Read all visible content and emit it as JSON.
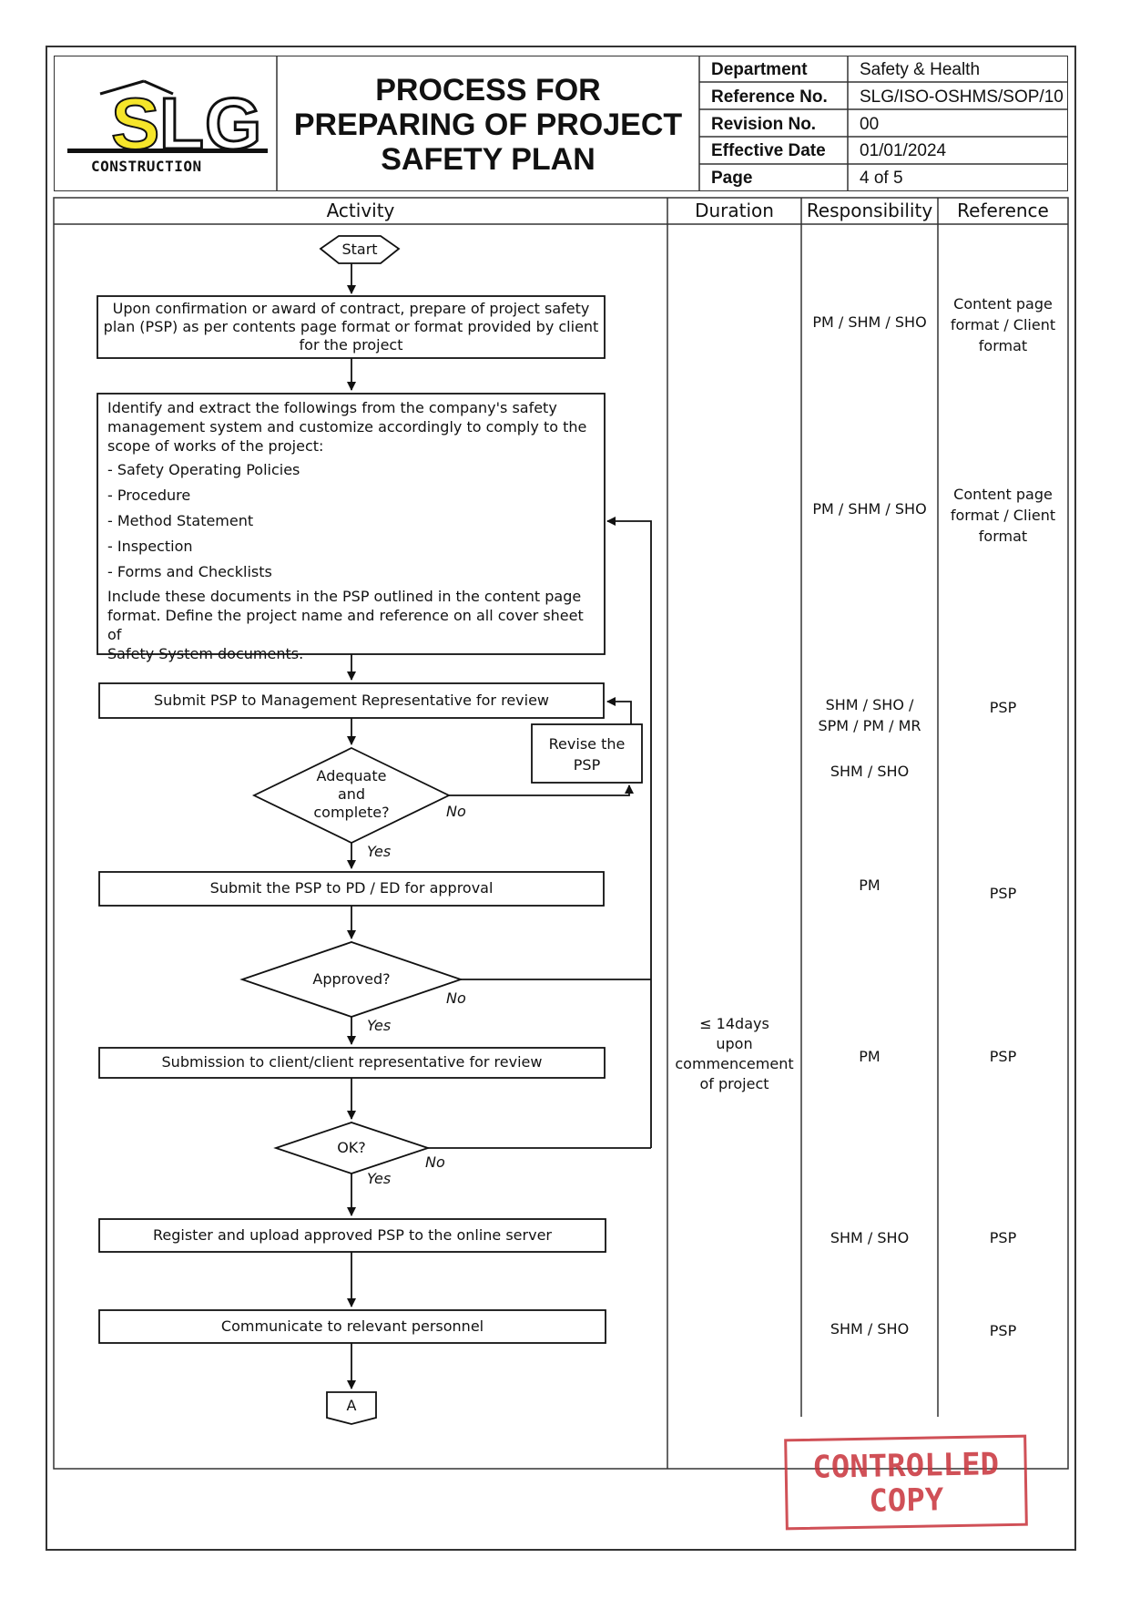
{
  "logo": {
    "letters": "SLG",
    "tagline": "CONSTRUCTION",
    "accent_color": "#f5e52a"
  },
  "header": {
    "title_lines": [
      "PROCESS FOR",
      "PREPARING OF PROJECT",
      "SAFETY PLAN"
    ],
    "meta": [
      {
        "label": "Department",
        "value": "Safety & Health"
      },
      {
        "label": "Reference No.",
        "value": "SLG/ISO-OSHMS/SOP/10"
      },
      {
        "label": "Revision No.",
        "value": "00"
      },
      {
        "label": "Effective Date",
        "value": "01/01/2024"
      },
      {
        "label": "Page",
        "value": "4 of 5"
      }
    ]
  },
  "columns": [
    "Activity",
    "Duration",
    "Responsibility",
    "Reference"
  ],
  "flow": {
    "start": "Start",
    "step1_lines": [
      "Upon confirmation or award of contract, prepare of project safety",
      "plan (PSP) as per contents page format or format provided by client",
      "for the project"
    ],
    "step2_lines": [
      "Identify and extract the followings from the company's safety",
      "management system and customize accordingly to comply to the",
      "scope of works of the project:",
      "- Safety Operating Policies",
      "- Procedure",
      "- Method Statement",
      "- Inspection",
      "- Forms and Checklists",
      "Include these documents in the PSP outlined in the content page",
      "format. Define the project name and reference on all cover sheet of",
      "Safety System documents."
    ],
    "step3": "Submit PSP to Management Representative for review",
    "revise_lines": [
      "Revise the",
      "PSP"
    ],
    "decision1_lines": [
      "Adequate",
      "and",
      "complete?"
    ],
    "decision1_no": "No",
    "decision1_yes": "Yes",
    "step4": "Submit the PSP to PD / ED for approval",
    "decision2": "Approved?",
    "decision2_no": "No",
    "decision2_yes": "Yes",
    "step5": "Submission to client/client representative for review",
    "decision3": "OK?",
    "decision3_no": "No",
    "decision3_yes": "Yes",
    "step6": "Register and upload approved PSP to the online server",
    "step7": "Communicate to relevant personnel",
    "connector": "A"
  },
  "duration_lines": [
    "≤ 14days",
    "upon",
    "commencement",
    "of project"
  ],
  "responsibility": {
    "r1": "PM / SHM / SHO",
    "r2": "PM / SHM / SHO",
    "r3_lines": [
      "SHM / SHO /",
      "SPM / PM / MR"
    ],
    "r4": "SHM / SHO",
    "r5": "PM",
    "r6": "PM",
    "r7": "SHM / SHO",
    "r8": "SHM / SHO"
  },
  "reference": {
    "ref1_lines": [
      "Content page",
      "format / Client",
      "format"
    ],
    "ref2_lines": [
      "Content page",
      "format / Client",
      "format"
    ],
    "ref3": "PSP",
    "ref4": "PSP",
    "ref5": "PSP",
    "ref6": "PSP",
    "ref7": "PSP"
  },
  "stamp_lines": [
    "CONTROLLED",
    "COPY"
  ],
  "stamp_color": "#c8323a"
}
